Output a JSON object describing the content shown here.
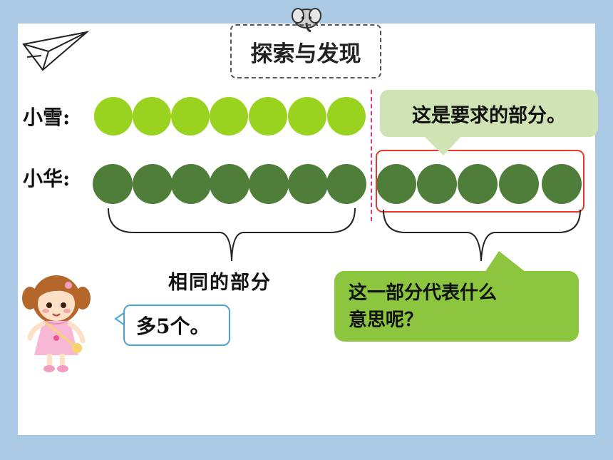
{
  "title": "探索与发现",
  "rows": {
    "row1_label": "小雪:",
    "row2_label": "小华:",
    "row1_count": 7,
    "row2_count": 12
  },
  "colors": {
    "light_green": "#9ad31f",
    "dark_green": "#4e7e3a",
    "highlight_red": "#e53b2c",
    "divider_pink": "#e0367a"
  },
  "callouts": {
    "required_part": "这是要求的部分。",
    "question_line1": "这一部分代表什么",
    "question_line2": "意思呢？",
    "same_part": "相同的部分",
    "girl_says": "多5个。"
  },
  "icons": {
    "corner": "paper-plane-icon",
    "top": "elephant-icon",
    "character": "girl-illustration"
  }
}
